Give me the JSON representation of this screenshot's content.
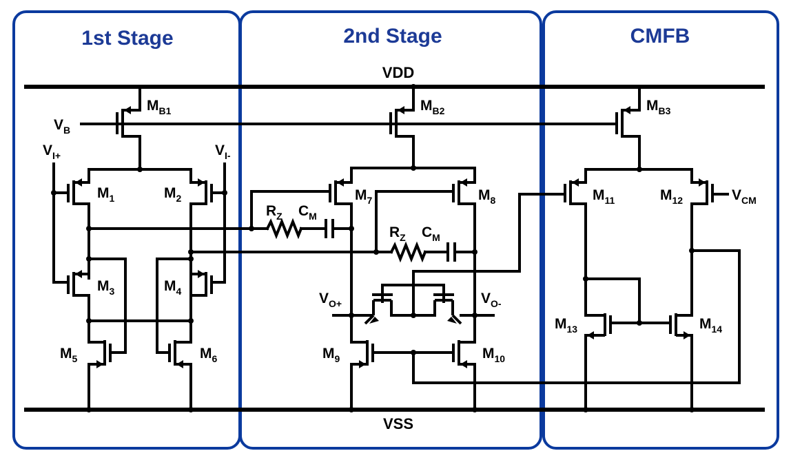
{
  "stages": {
    "first": "1st Stage",
    "second": "2nd Stage",
    "cmfb": "CMFB"
  },
  "rails": {
    "vdd": "VDD",
    "vss": "VSS"
  },
  "signals": {
    "vb": {
      "main": "V",
      "sub": "B"
    },
    "vip": {
      "main": "V",
      "sub": "I+"
    },
    "vim": {
      "main": "V",
      "sub": "I-"
    },
    "vop": {
      "main": "V",
      "sub": "O+"
    },
    "vom": {
      "main": "V",
      "sub": "O-"
    },
    "vcm": {
      "main": "V",
      "sub": "CM"
    }
  },
  "transistors": {
    "mb1": {
      "main": "M",
      "sub": "B1"
    },
    "mb2": {
      "main": "M",
      "sub": "B2"
    },
    "mb3": {
      "main": "M",
      "sub": "B3"
    },
    "m1": {
      "main": "M",
      "sub": "1"
    },
    "m2": {
      "main": "M",
      "sub": "2"
    },
    "m3": {
      "main": "M",
      "sub": "3"
    },
    "m4": {
      "main": "M",
      "sub": "4"
    },
    "m5": {
      "main": "M",
      "sub": "5"
    },
    "m6": {
      "main": "M",
      "sub": "6"
    },
    "m7": {
      "main": "M",
      "sub": "7"
    },
    "m8": {
      "main": "M",
      "sub": "8"
    },
    "m9": {
      "main": "M",
      "sub": "9"
    },
    "m10": {
      "main": "M",
      "sub": "10"
    },
    "m11": {
      "main": "M",
      "sub": "11"
    },
    "m12": {
      "main": "M",
      "sub": "12"
    },
    "m13": {
      "main": "M",
      "sub": "13"
    },
    "m14": {
      "main": "M",
      "sub": "14"
    }
  },
  "passives": {
    "rz1": {
      "main": "R",
      "sub": "Z"
    },
    "cm1": {
      "main": "C",
      "sub": "M"
    },
    "rz2": {
      "main": "R",
      "sub": "Z"
    },
    "cm2": {
      "main": "C",
      "sub": "M"
    }
  },
  "colors": {
    "frame": "#0b3a9e",
    "title": "#1c3a96",
    "wire": "#000000"
  }
}
